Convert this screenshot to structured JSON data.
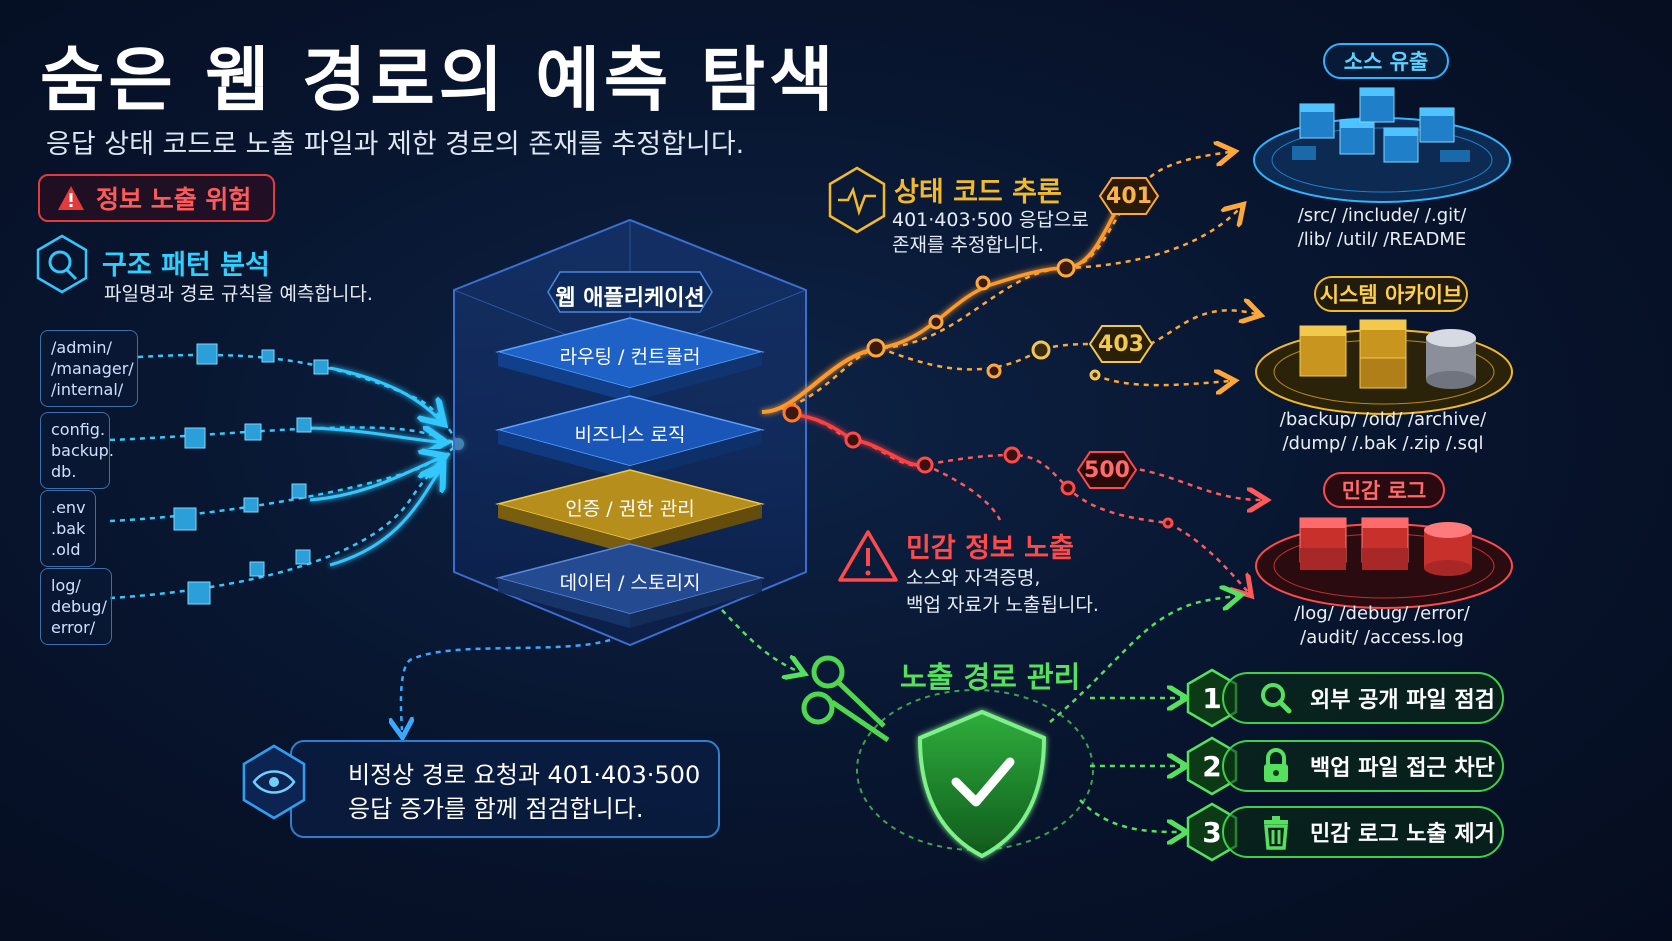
{
  "header": {
    "title": "숨은 웹 경로의 예측 탐색",
    "subtitle": "응답 상태 코드로 노출 파일과 제한 경로의 존재를 추정합니다.",
    "risk_badge": "정보 노출 위험"
  },
  "pattern_analysis": {
    "title": "구조 패턴 분석",
    "desc": "파일명과 경로 규칙을 예측합니다.",
    "paths": [
      [
        "/admin/",
        "/manager/",
        "/internal/"
      ],
      [
        "config.",
        "backup.",
        "db."
      ],
      [
        ".env",
        ".bak",
        ".old"
      ],
      [
        "log/",
        "debug/",
        "error/"
      ]
    ]
  },
  "web_app": {
    "title": "웹 애플리케이션",
    "layers": [
      "라우팅 / 컨트롤러",
      "비즈니스 로직",
      "인증 / 권한 관리",
      "데이터 / 스토리지"
    ]
  },
  "status_inference": {
    "title": "상태 코드 추론",
    "desc_line1": "401·403·500 응답으로",
    "desc_line2": "존재를 추정합니다.",
    "codes": [
      "401",
      "403",
      "500"
    ]
  },
  "sensitive_exposure": {
    "title": "민감 정보 노출",
    "desc_line1": "소스와 자격증명,",
    "desc_line2": "백업 자료가 노출됩니다."
  },
  "targets": [
    {
      "label": "소스 유출",
      "line1": "/src/   /include/   /.git/",
      "line2": "/lib/   /util/   /README",
      "color": "#2fb4ff"
    },
    {
      "label": "시스템 아카이브",
      "line1": "/backup/   /old/   /archive/",
      "line2": "/dump/   /.bak   /.zip   /.sql",
      "color": "#f2b92b"
    },
    {
      "label": "민감 로그",
      "line1": "/log/   /debug/   /error/",
      "line2": "/audit/   /access.log",
      "color": "#ff4a4a"
    }
  ],
  "management": {
    "title": "노출 경로 관리",
    "actions": [
      {
        "num": "1",
        "label": "외부 공개 파일 점검",
        "icon": "search-icon"
      },
      {
        "num": "2",
        "label": "백업 파일 접근 차단",
        "icon": "lock-icon"
      },
      {
        "num": "3",
        "label": "민감 로그 노출 제거",
        "icon": "trash-icon"
      }
    ]
  },
  "monitoring": {
    "line1": "비정상 경로 요청과 401·403·500",
    "line2": "응답 증가를 함께 점검합니다."
  }
}
